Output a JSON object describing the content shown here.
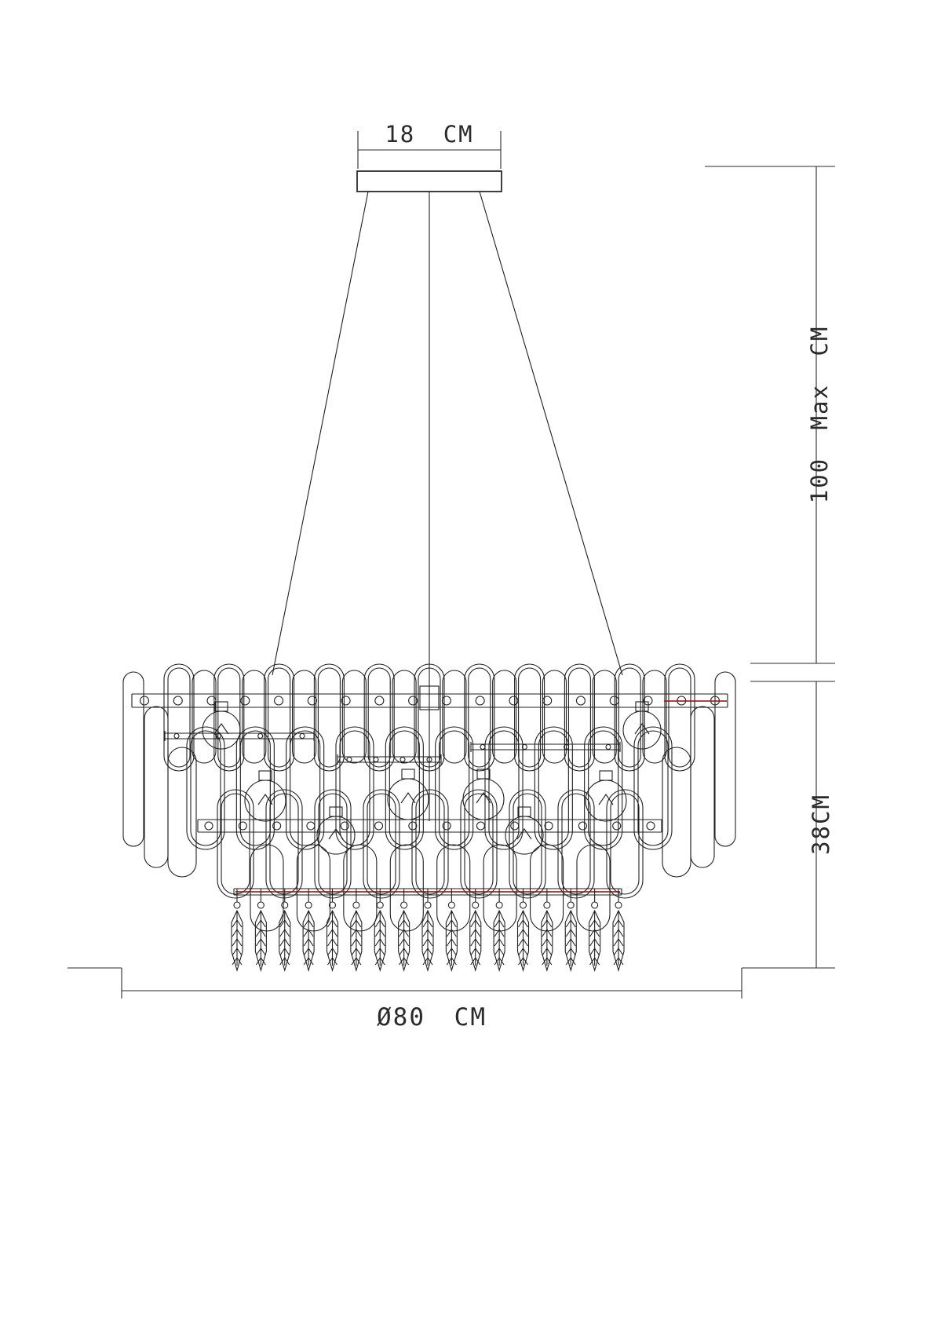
{
  "drawing": {
    "labels": {
      "canopy_width": "18 CM",
      "max_drop": "100 Max CM",
      "body_height": "38CM",
      "diameter": "Ø80 CM"
    },
    "colors": {
      "line": "#1f1f1f",
      "dim": "#2a2a2a",
      "accent_red": "#8a1a1a",
      "background": "#ffffff"
    }
  }
}
